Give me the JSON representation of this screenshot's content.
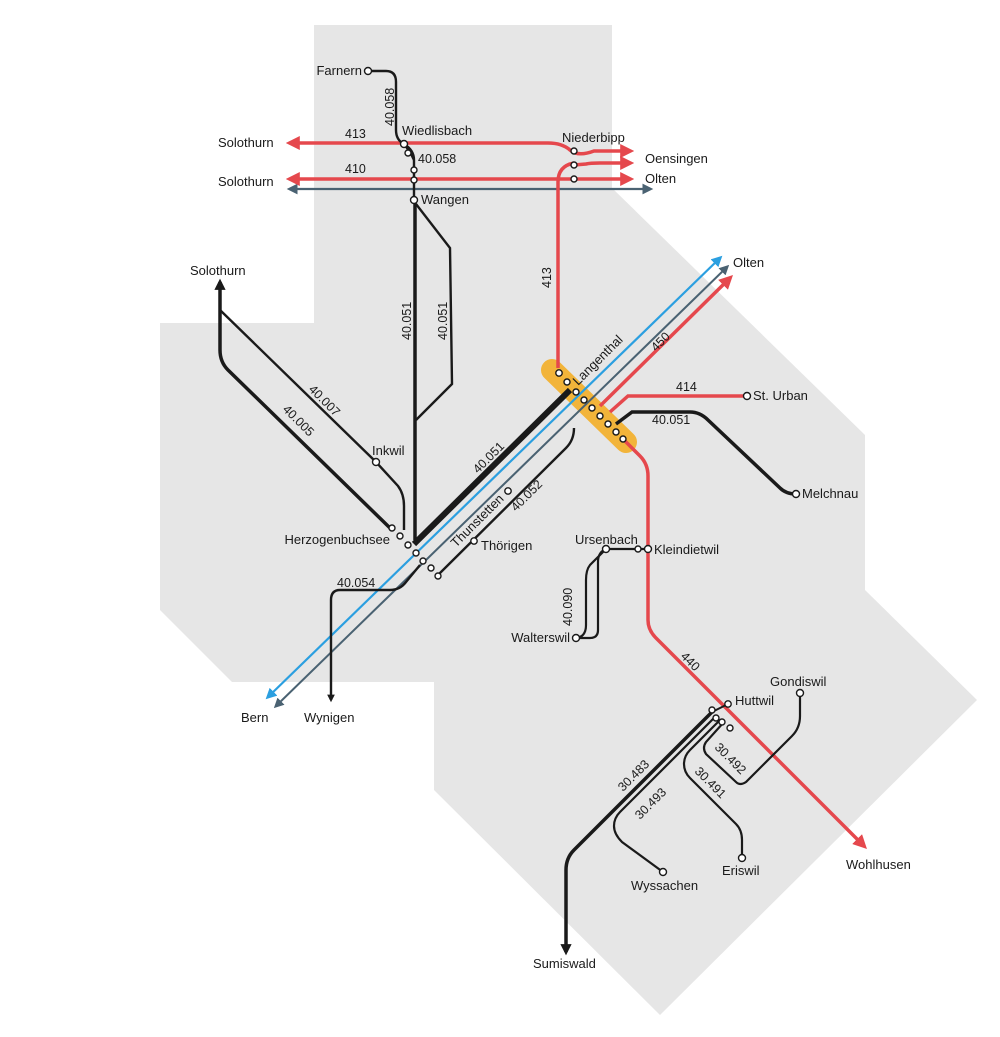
{
  "colors": {
    "region": "#e6e6e6",
    "red_line": "#e5484d",
    "blue_line": "#2b9fe0",
    "slate_line": "#4a6272",
    "black_line": "#1a1a1a",
    "highlight": "#f2b43a"
  },
  "line_labels": {
    "l413_top": "413",
    "l410": "410",
    "l413_v": "413",
    "l450": "450",
    "l414": "414",
    "l440": "440",
    "l40058_a": "40.058",
    "l40058_b": "40.058",
    "l40051_a": "40.051",
    "l40051_b": "40.051",
    "l40051_c": "40.051",
    "l40051_d": "40.051",
    "l40007": "40.007",
    "l40005": "40.005",
    "l40052": "40.052",
    "l40054": "40.054",
    "l40090": "40.090",
    "l30483": "30.483",
    "l30493": "30.493",
    "l30491": "30.491",
    "l30492": "30.492"
  },
  "stations": {
    "farnern": "Farnern",
    "wiedlisbach": "Wiedlisbach",
    "wangen": "Wangen",
    "niederbipp": "Niederbipp",
    "langenthal": "Langenthal",
    "st_urban": "St. Urban",
    "melchnau": "Melchnau",
    "inkwil": "Inkwil",
    "herzogenbuchsee": "Herzogenbuchsee",
    "thunstetten": "Thunstetten",
    "thoerigen": "Thörigen",
    "ursenbach": "Ursenbach",
    "kleindietwil": "Kleindietwil",
    "walterswil": "Walterswil",
    "huttwil": "Huttwil",
    "gondiswil": "Gondiswil",
    "wyssachen": "Wyssachen",
    "eriswil": "Eriswil"
  },
  "destinations": {
    "solothurn_413": "Solothurn",
    "solothurn_410": "Solothurn",
    "solothurn_north": "Solothurn",
    "oensingen": "Oensingen",
    "olten_top": "Olten",
    "olten_ne": "Olten",
    "bern": "Bern",
    "wynigen": "Wynigen",
    "wohlhusen": "Wohlhusen",
    "sumiswald": "Sumiswald"
  }
}
